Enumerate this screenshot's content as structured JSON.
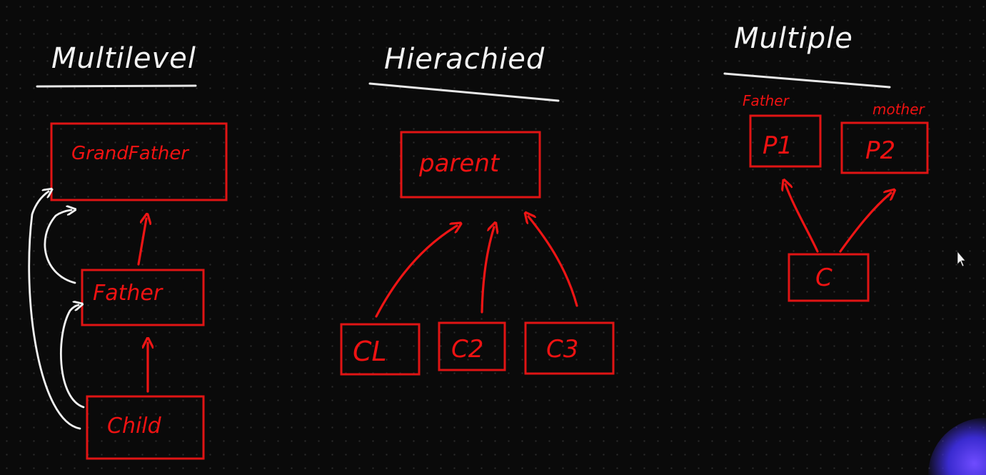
{
  "sections": {
    "multilevel": {
      "heading": "Multilevel",
      "boxes": {
        "grandfather": "GrandFather",
        "father": "Father",
        "child": "Child"
      }
    },
    "hierarchical": {
      "heading": "Hierachied",
      "boxes": {
        "parent": "parent",
        "c1": "CL",
        "c2": "C2",
        "c3": "C3"
      }
    },
    "multiple": {
      "heading": "Multiple",
      "labels": {
        "father": "Father",
        "mother": "mother"
      },
      "boxes": {
        "p1": "P1",
        "p2": "P2",
        "c": "C"
      }
    }
  },
  "colors": {
    "background": "#0a0a0a",
    "ink_red": "#e01414",
    "ink_white": "#f4f4f4"
  }
}
